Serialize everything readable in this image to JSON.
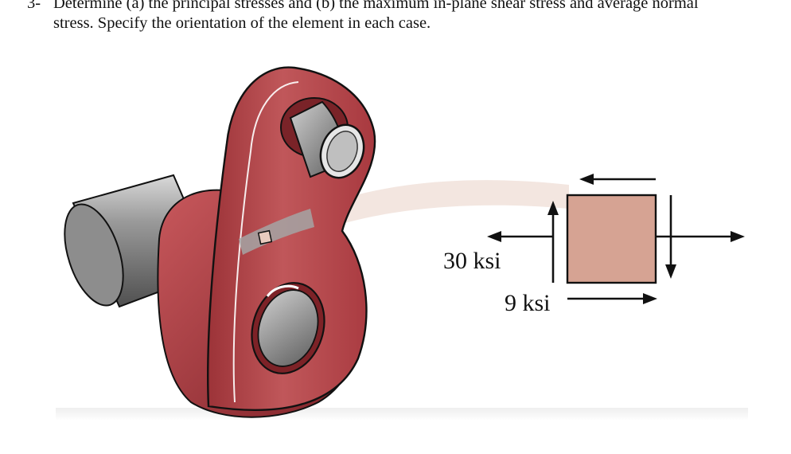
{
  "problem": {
    "number": "3-",
    "line1": "Determine (a) the principal stresses and (b) the maximum in-plane shear stress and average normal",
    "line2": "stress. Specify the orientation of the element in each case."
  },
  "figure": {
    "normal_stress_label": "30 ksi",
    "shear_stress_label": "9 ksi",
    "colors": {
      "link_body": "#b8484b",
      "link_dark": "#8e2b30",
      "shaft": "#8a8a8a",
      "element": "#d6a393",
      "stress_path": "#f2e4de"
    }
  }
}
